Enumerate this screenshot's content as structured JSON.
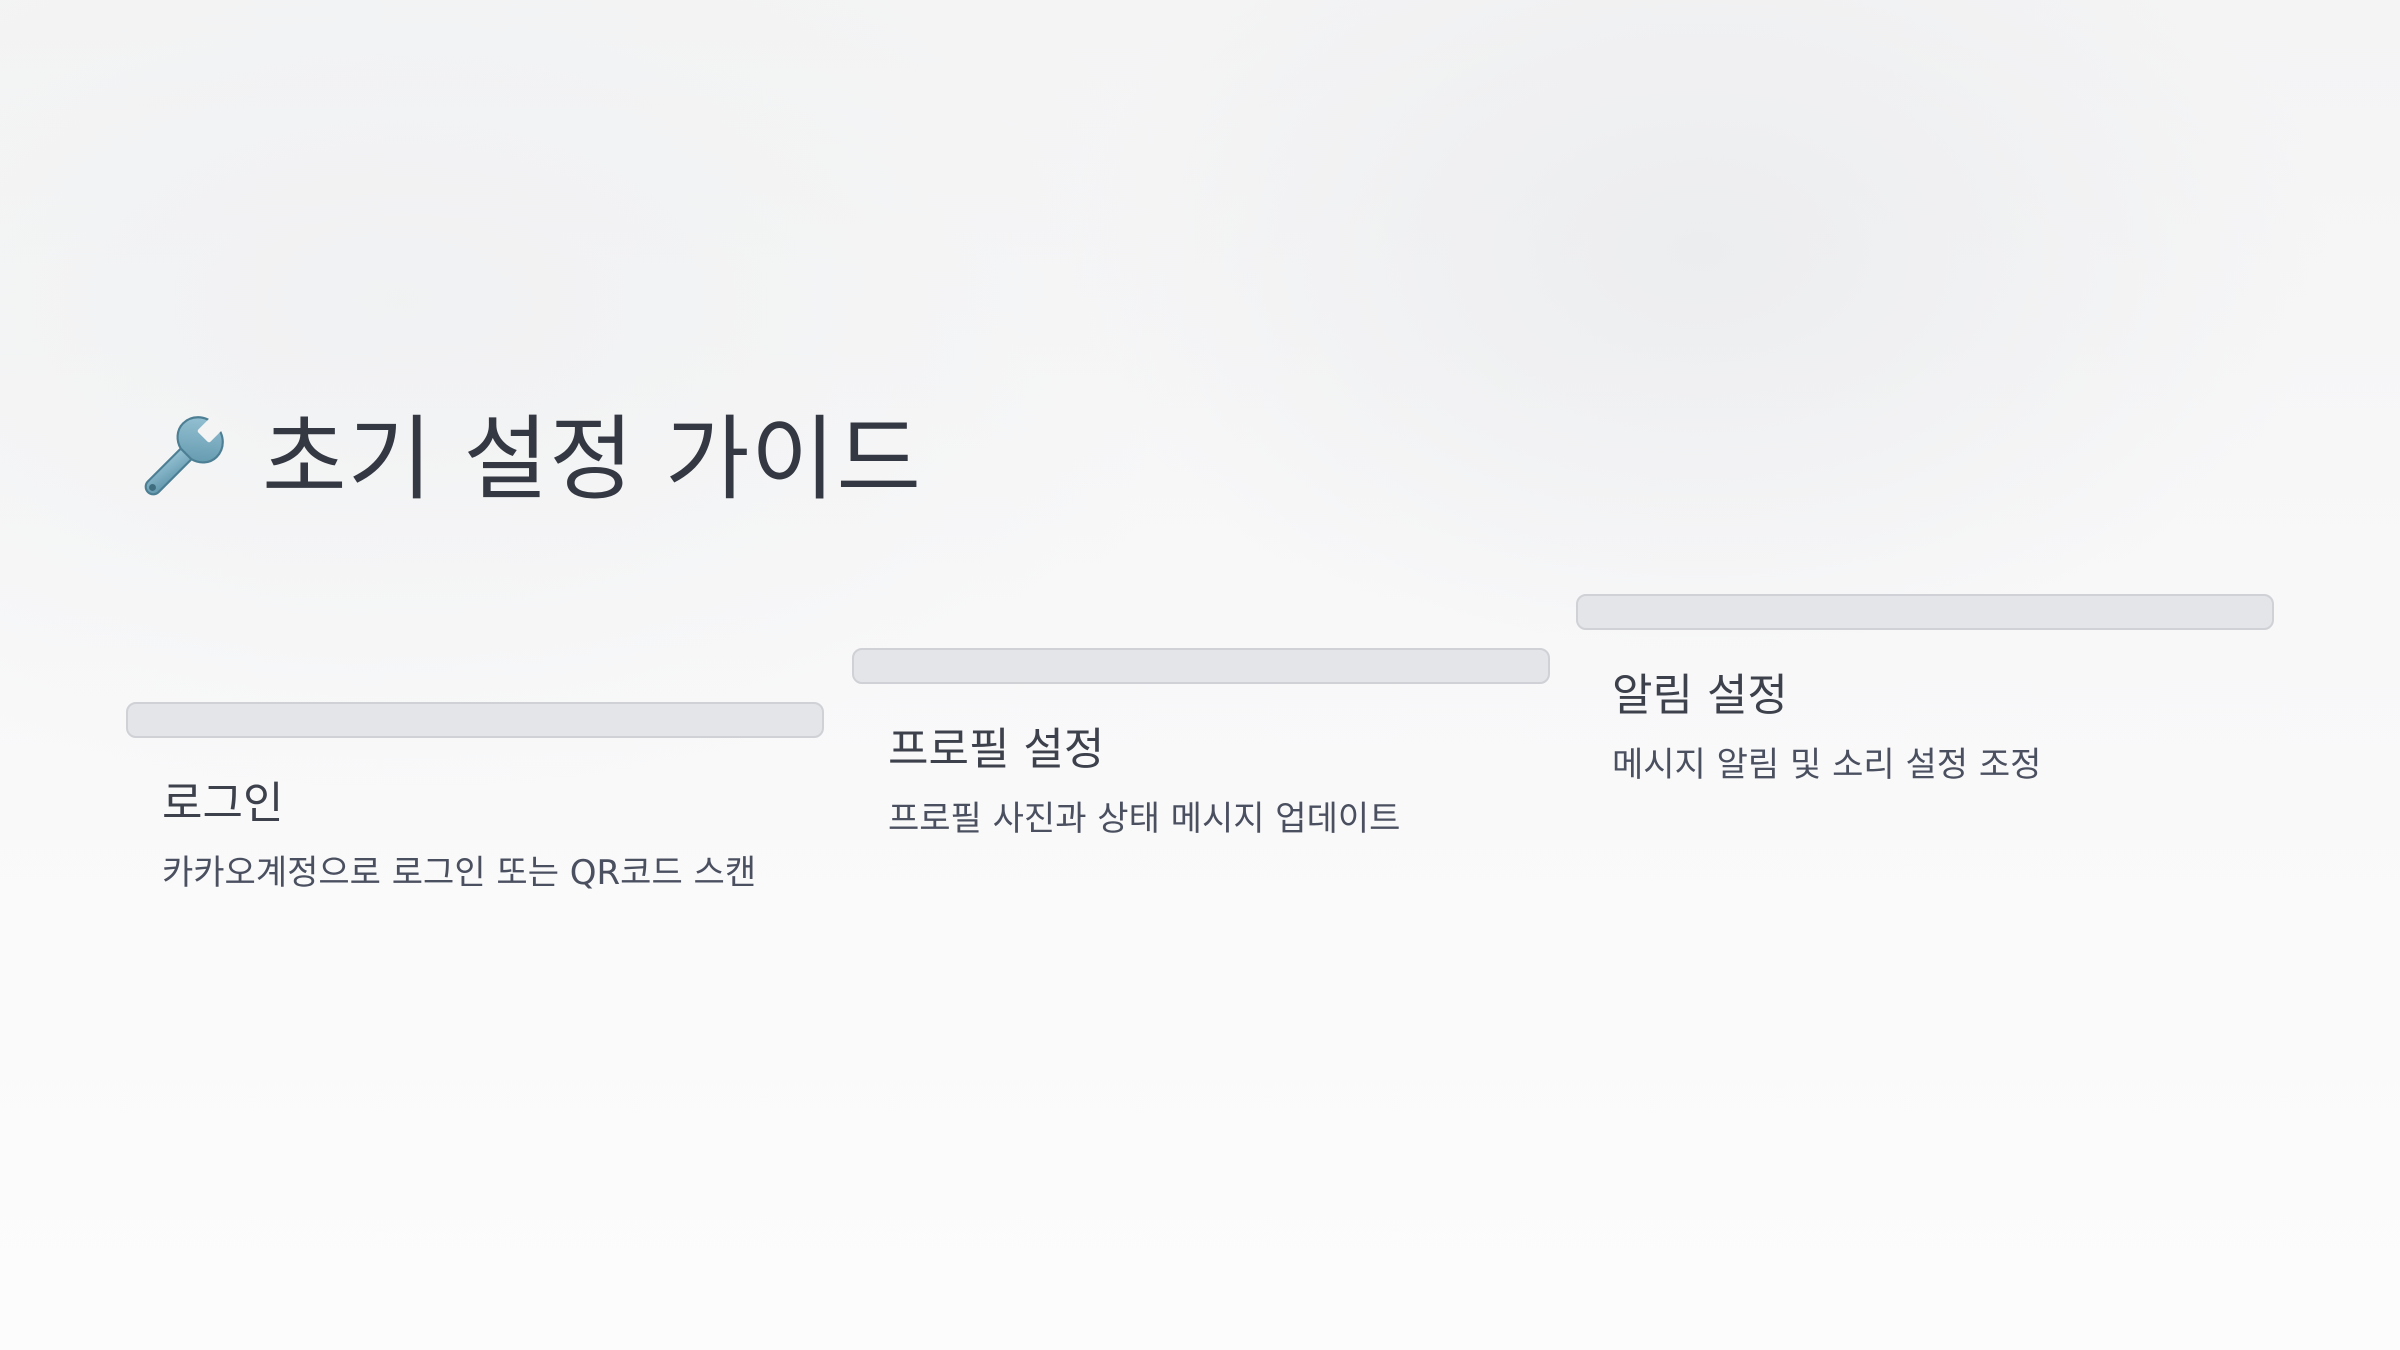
{
  "header": {
    "icon": "wrench-icon",
    "title": "초기 설정 가이드"
  },
  "steps": [
    {
      "title": "로그인",
      "description": "카카오계정으로 로그인 또는 QR코드 스캔"
    },
    {
      "title": "프로필 설정",
      "description": "프로필 사진과 상태 메시지 업데이트"
    },
    {
      "title": "알림 설정",
      "description": "메시지 알림 및 소리 설정 조정"
    }
  ],
  "colors": {
    "bar_fill": "#e4e5e9",
    "bar_border": "#cfd1d6",
    "title_text": "#343842",
    "body_text": "#4b5060"
  }
}
